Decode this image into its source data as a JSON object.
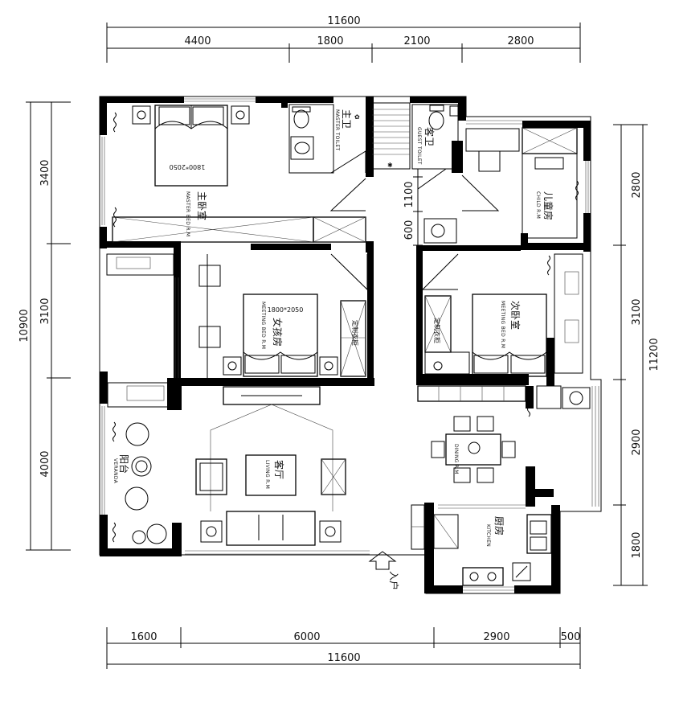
{
  "dimensions": {
    "top_total": "11600",
    "top_segments": [
      "4400",
      "1800",
      "2100",
      "2800"
    ],
    "bottom_segments": [
      "1600",
      "6000",
      "2900",
      "500"
    ],
    "bottom_total": "11600",
    "left_total": "10900",
    "left_segments": [
      "3400",
      "3100",
      "4000"
    ],
    "right_total": "11200",
    "right_segments": [
      "2800",
      "3100",
      "2900",
      "1800"
    ],
    "inner_left": [
      "1100",
      "600"
    ]
  },
  "rooms": {
    "master_bedroom": {
      "cn": "主卧室",
      "en": "MASTER BED R.M",
      "bed_size": "1800*2050"
    },
    "master_toilet": {
      "cn": "主卫",
      "en": "MASTER TOILET"
    },
    "guest_toilet": {
      "cn": "客卫",
      "en": "GUEST TOILET"
    },
    "child_room": {
      "cn": "儿童房",
      "en": "CHILD R.M"
    },
    "girl_room": {
      "cn": "女孩房",
      "en": "MEETING BED R.M",
      "bed_size": "1800*2050",
      "wardrobe": "定制衣柜"
    },
    "second_bedroom": {
      "cn": "次卧室",
      "en": "MEETING BED R.M",
      "wardrobe": "定制衣柜"
    },
    "veranda": {
      "cn": "阳台",
      "en": "VERANDA"
    },
    "living_room": {
      "cn": "客厅",
      "en": "LIVING R.M"
    },
    "dining_room": {
      "en": "DINING R.M"
    },
    "kitchen": {
      "cn": "厨房",
      "en": "KITCHEN"
    },
    "entrance": {
      "cn": "入户"
    }
  }
}
